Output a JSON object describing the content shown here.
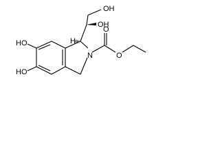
{
  "molecule": {
    "atom_labels": {
      "oh_top": "OH",
      "oh_mid": "OH",
      "oh_ring_upper": "HO",
      "oh_ring_lower": "HO",
      "ring_nitrogen": "N",
      "carbonyl_oxygen": "O",
      "ester_oxygen": "O",
      "stereo_h": "H"
    },
    "colors": {
      "line": "#000000",
      "background": "#ffffff"
    }
  }
}
